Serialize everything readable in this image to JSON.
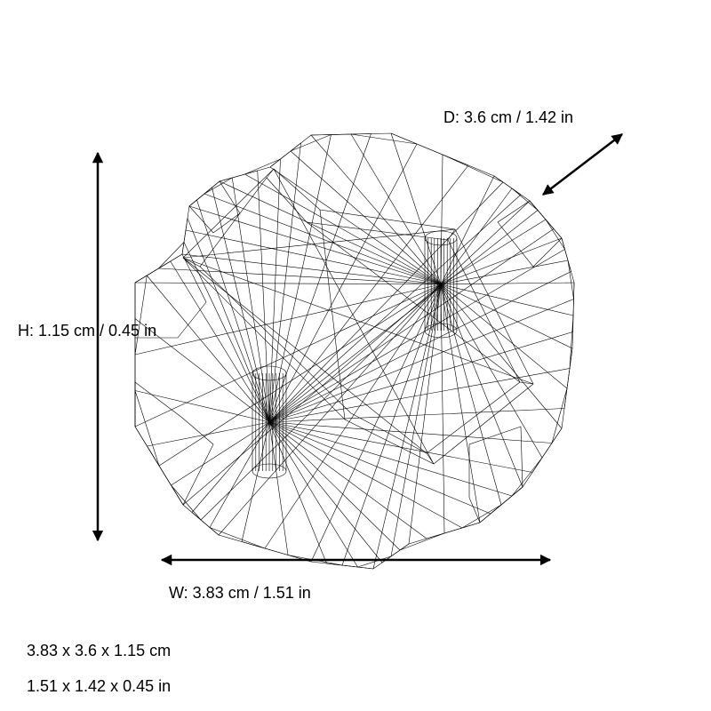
{
  "dimensions": {
    "depth_label": "D: 3.6 cm / 1.42 in",
    "height_label": "H: 1.15 cm / 0.45 in",
    "width_label": "W: 3.83 cm / 1.51 in"
  },
  "summary": {
    "cm": "3.83 x 3.6 x 1.15 cm",
    "inches": "1.51 x 1.42 x 0.45 in"
  },
  "colors": {
    "stroke": "#000000",
    "background": "#ffffff"
  }
}
